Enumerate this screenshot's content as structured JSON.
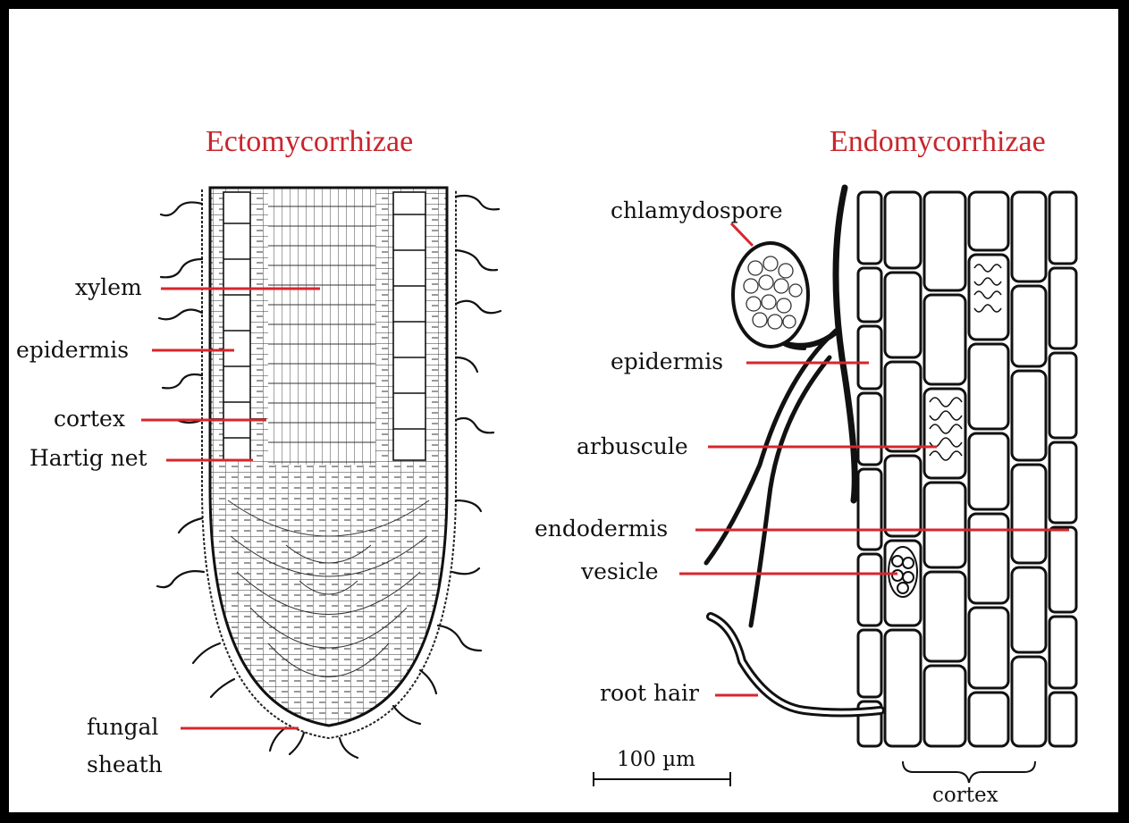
{
  "colors": {
    "title": "#c8262c",
    "leader": "#d8262c",
    "ink": "#111111"
  },
  "ecto": {
    "title": "Ectomycorrhizae",
    "labels": {
      "xylem": "xylem",
      "epidermis": "epidermis",
      "cortex": "cortex",
      "hartig": "Hartig net",
      "fungal": "fungal",
      "sheath": "sheath"
    }
  },
  "endo": {
    "title": "Endomycorrhizae",
    "labels": {
      "chlamydospore": "chlamydospore",
      "epidermis": "epidermis",
      "arbuscule": "arbuscule",
      "endodermis": "endodermis",
      "vesicle": "vesicle",
      "root_hair": "root hair",
      "cortex": "cortex"
    },
    "scale_bar": "100 µm"
  }
}
